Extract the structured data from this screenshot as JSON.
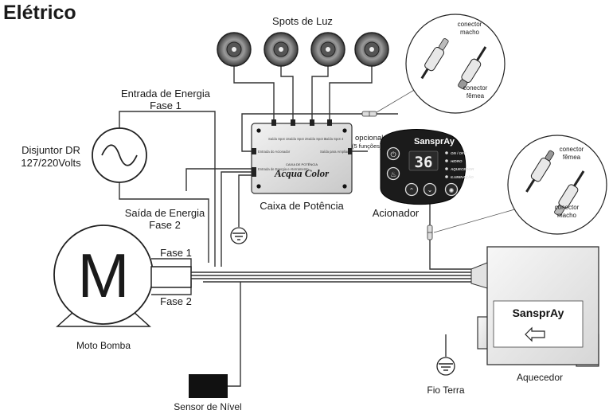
{
  "title": "Elétrico",
  "labels": {
    "spots": "Spots de Luz",
    "entrada_line1": "Entrada de Energia",
    "entrada_line2": "Fase 1",
    "disjuntor_line1": "Disjuntor DR",
    "disjuntor_line2": "127/220Volts",
    "saida_line1": "Saída de Energia",
    "saida_line2": "Fase 2",
    "fase1": "Fase 1",
    "fase2": "Fase 2",
    "motor_letter": "M",
    "moto_bomba": "Moto Bomba",
    "sensor": "Sensor de Nível",
    "fio_terra": "Fio Terra",
    "aquecedor": "Aquecedor",
    "caixa": "Caixa de Potência",
    "acionador": "Acionador",
    "opcional_line1": "opcional",
    "opcional_line2": "(5 funções)",
    "conn_top_macho_1": "conector",
    "conn_top_macho_2": "macho",
    "conn_top_femea_1": "conector",
    "conn_top_femea_2": "fêmea",
    "conn_right_femea_1": "conector",
    "conn_right_femea_2": "fêmea",
    "conn_right_macho_1": "conector",
    "conn_right_macho_2": "macho"
  },
  "power_box": {
    "brand": "Acqua Color",
    "subtitle": "CAIXA DE POTÊNCIA",
    "saida_spots": [
      "Saída Spot 1",
      "Saída Spot 2",
      "Saída Spot 3",
      "Saída Spot 4"
    ],
    "entrada_acionador": "Entrada do Acionador",
    "entrada_energia": "Entrada de Energia e Aterramento",
    "saida_ampliar": "Saída para Ampliar"
  },
  "controller": {
    "brand": "SansprAy",
    "display": "36",
    "options": [
      "ON / OFF",
      "HIDRO",
      "AQUECEDOR",
      "ILUMINAÇÃO"
    ]
  },
  "heater": {
    "brand": "SansprAy"
  }
}
